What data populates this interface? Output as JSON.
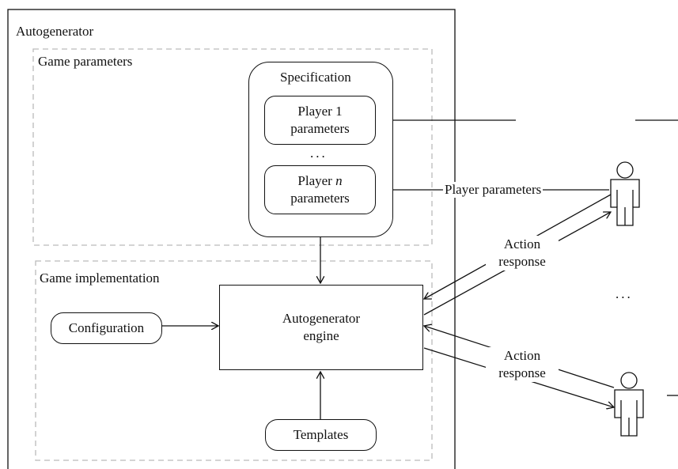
{
  "outer": {
    "title": "Autogenerator"
  },
  "game_parameters": {
    "title": "Game parameters"
  },
  "specification": {
    "title": "Specification",
    "player1": {
      "line1": "Player 1",
      "line2": "parameters"
    },
    "ellipsis": "...",
    "playern": {
      "line1_prefix": "Player ",
      "line1_italic": "n",
      "line2": "parameters"
    }
  },
  "game_implementation": {
    "title": "Game implementation"
  },
  "engine": {
    "line1": "Autogenerator",
    "line2": "engine"
  },
  "configuration": {
    "label": "Configuration"
  },
  "templates": {
    "label": "Templates"
  },
  "player_parameters": {
    "label": "Player parameters"
  },
  "action_response_1": {
    "line1": "Action",
    "line2": "response"
  },
  "action_response_2": {
    "line1": "Action",
    "line2": "response"
  },
  "players_ellipsis": "..."
}
